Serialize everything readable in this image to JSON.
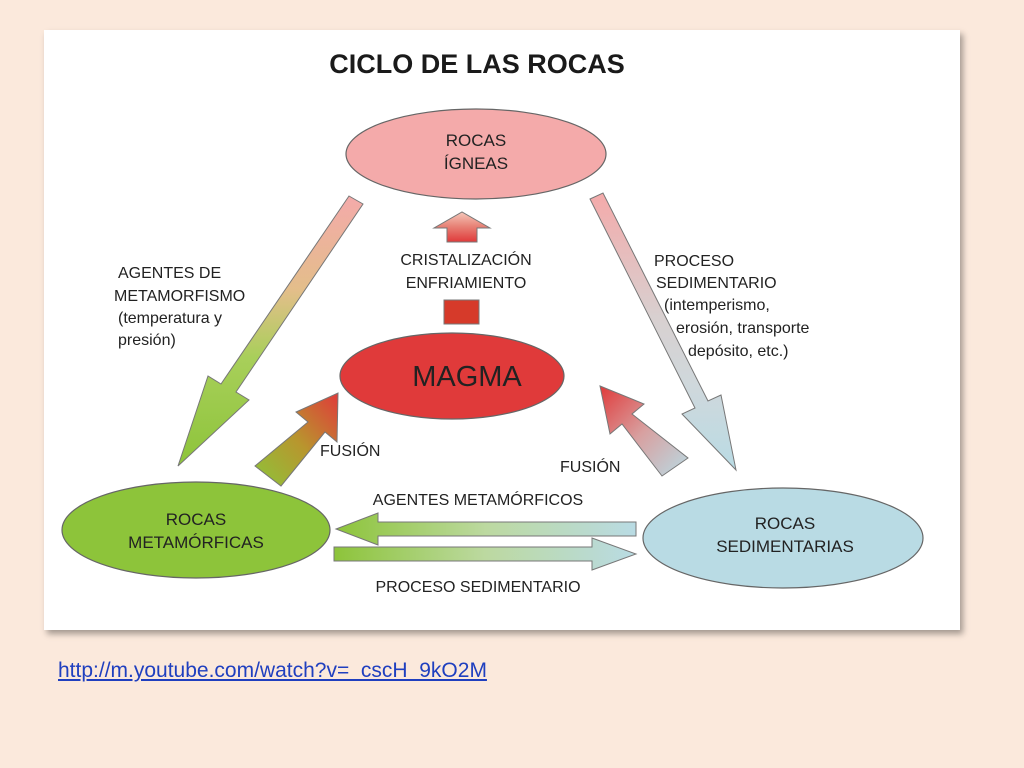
{
  "diagram": {
    "title": "CICLO DE LAS ROCAS",
    "nodes": {
      "igneas": {
        "line1": "ROCAS",
        "line2": "ÍGNEAS",
        "fill": "#f4aaaa"
      },
      "magma": {
        "label": "MAGMA",
        "fill": "#e03a3a"
      },
      "metamorficas": {
        "line1": "ROCAS",
        "line2": "METAMÓRFICAS",
        "fill": "#8dc43a"
      },
      "sedimentarias": {
        "line1": "ROCAS",
        "line2": "SEDIMENTARIAS",
        "fill": "#b9dbe4"
      }
    },
    "labels": {
      "cristalizacion": "CRISTALIZACIÓN",
      "enfriamiento": "ENFRIAMIENTO",
      "agentes_metamorfismo": [
        "AGENTES DE",
        "METAMORFISMO",
        "(temperatura y",
        "presión)"
      ],
      "proceso_sedimentario_right": [
        "PROCESO",
        "SEDIMENTARIO",
        "(intemperismo,",
        "erosión, transporte",
        "depósito, etc.)"
      ],
      "fusion_left": "FUSIÓN",
      "fusion_right": "FUSIÓN",
      "agentes_metamorficos": "AGENTES METAMÓRFICOS",
      "proceso_sedimentario_bottom": "PROCESO SEDIMENTARIO"
    }
  },
  "footer": {
    "url": "http://m.youtube.com/watch?v=_cscH_9kO2M"
  }
}
